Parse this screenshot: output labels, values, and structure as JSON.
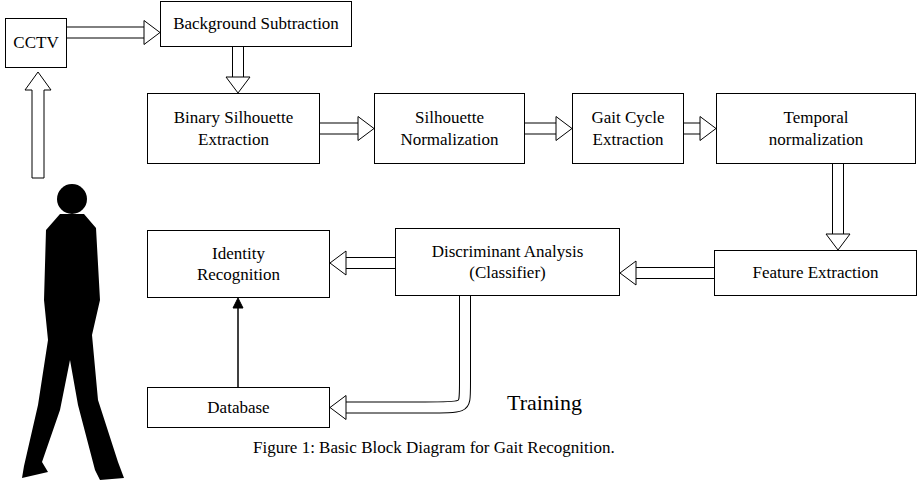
{
  "diagram": {
    "caption": "Figure 1:  Basic Block Diagram for Gait Recognition.",
    "nodes": [
      {
        "text": [
          "CCTV"
        ]
      },
      {
        "text": [
          "Background Subtraction"
        ]
      },
      {
        "text": [
          "Binary Silhouette Extraction"
        ]
      },
      {
        "text": [
          "Silhouette Normalization"
        ]
      },
      {
        "text": [
          "Gait Cycle Extraction"
        ]
      },
      {
        "text": [
          "Temporal normalization"
        ]
      },
      {
        "text": [
          "Identity Recognition"
        ]
      },
      {
        "text": [
          "Discriminant Analysis (Classifier)"
        ]
      },
      {
        "text": [
          "Feature Extraction"
        ]
      },
      {
        "text": [
          "Database"
        ]
      }
    ],
    "edges": [
      {
        "from": 0,
        "to": 1,
        "arrow": "to"
      },
      {
        "from": 1,
        "to": 2,
        "arrow": "to"
      },
      {
        "from": 2,
        "to": 3,
        "arrow": "to"
      },
      {
        "from": 3,
        "to": 4,
        "arrow": "to"
      },
      {
        "from": 4,
        "to": 5,
        "arrow": "to"
      },
      {
        "from": 5,
        "to": 8,
        "arrow": "to"
      },
      {
        "from": 8,
        "to": 7,
        "arrow": "to"
      },
      {
        "from": 7,
        "to": 6,
        "arrow": "to"
      },
      {
        "from": 7,
        "to": 9,
        "label": "Training",
        "arrow": "to"
      },
      {
        "from": 9,
        "to": 6,
        "arrow": "to"
      }
    ]
  }
}
